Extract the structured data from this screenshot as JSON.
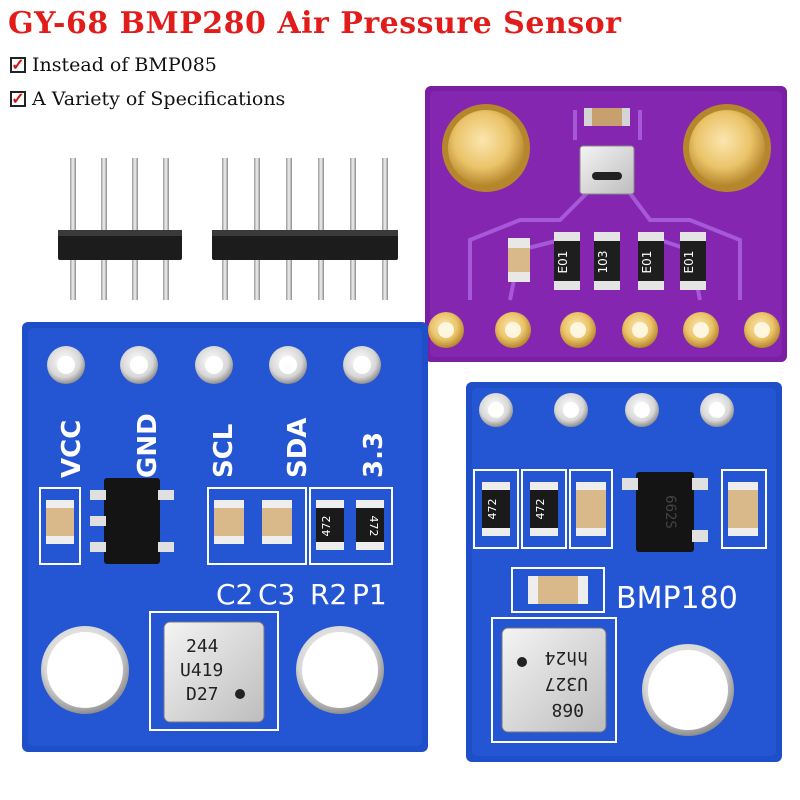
{
  "title": "GY-68 BMP280 Air Pressure Sensor",
  "features": [
    {
      "text": "Instead of BMP085",
      "check": "✓"
    },
    {
      "text": "A Variety of Specifications",
      "check": "✓"
    }
  ],
  "blue_board_left": {
    "pin_labels": [
      "VCC",
      "GND",
      "SCL",
      "SDA",
      "3.3"
    ],
    "component_labels": [
      "C2",
      "C3",
      "R2",
      "P1"
    ],
    "resistor_codes": [
      "472",
      "472"
    ],
    "sensor_markings": [
      "244",
      "U419",
      "D27"
    ]
  },
  "blue_board_right": {
    "model_label": "BMP180",
    "resistor_codes": [
      "472",
      "472"
    ],
    "regulator_code": "662S",
    "sensor_markings": [
      "068",
      "U327",
      "hh24"
    ]
  },
  "purple_board": {
    "resistor_codes": [
      "E01",
      "103",
      "E01",
      "E01"
    ]
  },
  "colors": {
    "title": "#e21b1b",
    "blue_pcb": "#1f4fc8",
    "purple_pcb": "#7a1fa3",
    "gold_pad": "#e5b94a"
  }
}
